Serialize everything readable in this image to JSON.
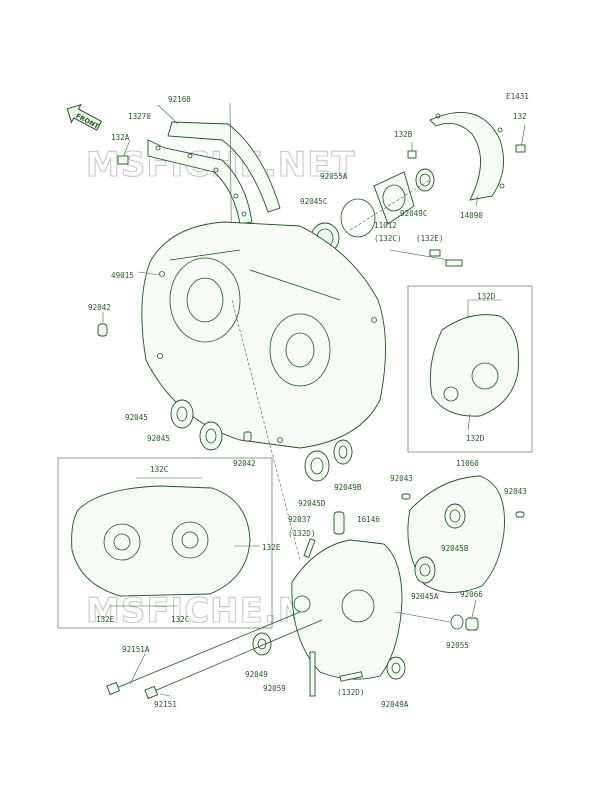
{
  "diagram": {
    "code": "E1431",
    "front_label": "FRONT",
    "watermark": "MSFICHE.NET",
    "labels": {
      "l_92160": "92160",
      "l_13270": "13270",
      "l_132A": "132A",
      "l_132B": "132B",
      "l_132_top": "132",
      "l_92055A": "92055A",
      "l_92045C": "92045C",
      "l_11012": "11012",
      "l_92049C": "92049C",
      "l_132C_top": "(132C)",
      "l_132E_top": "(132E)",
      "l_14090": "14090",
      "l_49015": "49015",
      "l_92042_a": "92042",
      "l_132D_top": "132D",
      "l_132D_bot": "132D",
      "l_92045_a": "92045",
      "l_92045_b": "92045",
      "l_92042_b": "92042",
      "l_92049B": "92049B",
      "l_92043_a": "92043",
      "l_11060": "11060",
      "l_92043_b": "92043",
      "l_132C_box": "132C",
      "l_132E_box": "132E",
      "l_132E_box2": "132E",
      "l_132C_box2": "132C",
      "l_92045D": "92045D",
      "l_92037": "92037",
      "l_132D_mid": "(132D)",
      "l_16146": "16146",
      "l_92045B": "92045B",
      "l_92045A": "92045A",
      "l_92066": "92066",
      "l_92055": "92055",
      "l_92151A": "92151A",
      "l_92151": "92151",
      "l_92049": "92049",
      "l_92059": "92059",
      "l_132D_low": "(132D)",
      "l_92049A": "92049A"
    }
  }
}
